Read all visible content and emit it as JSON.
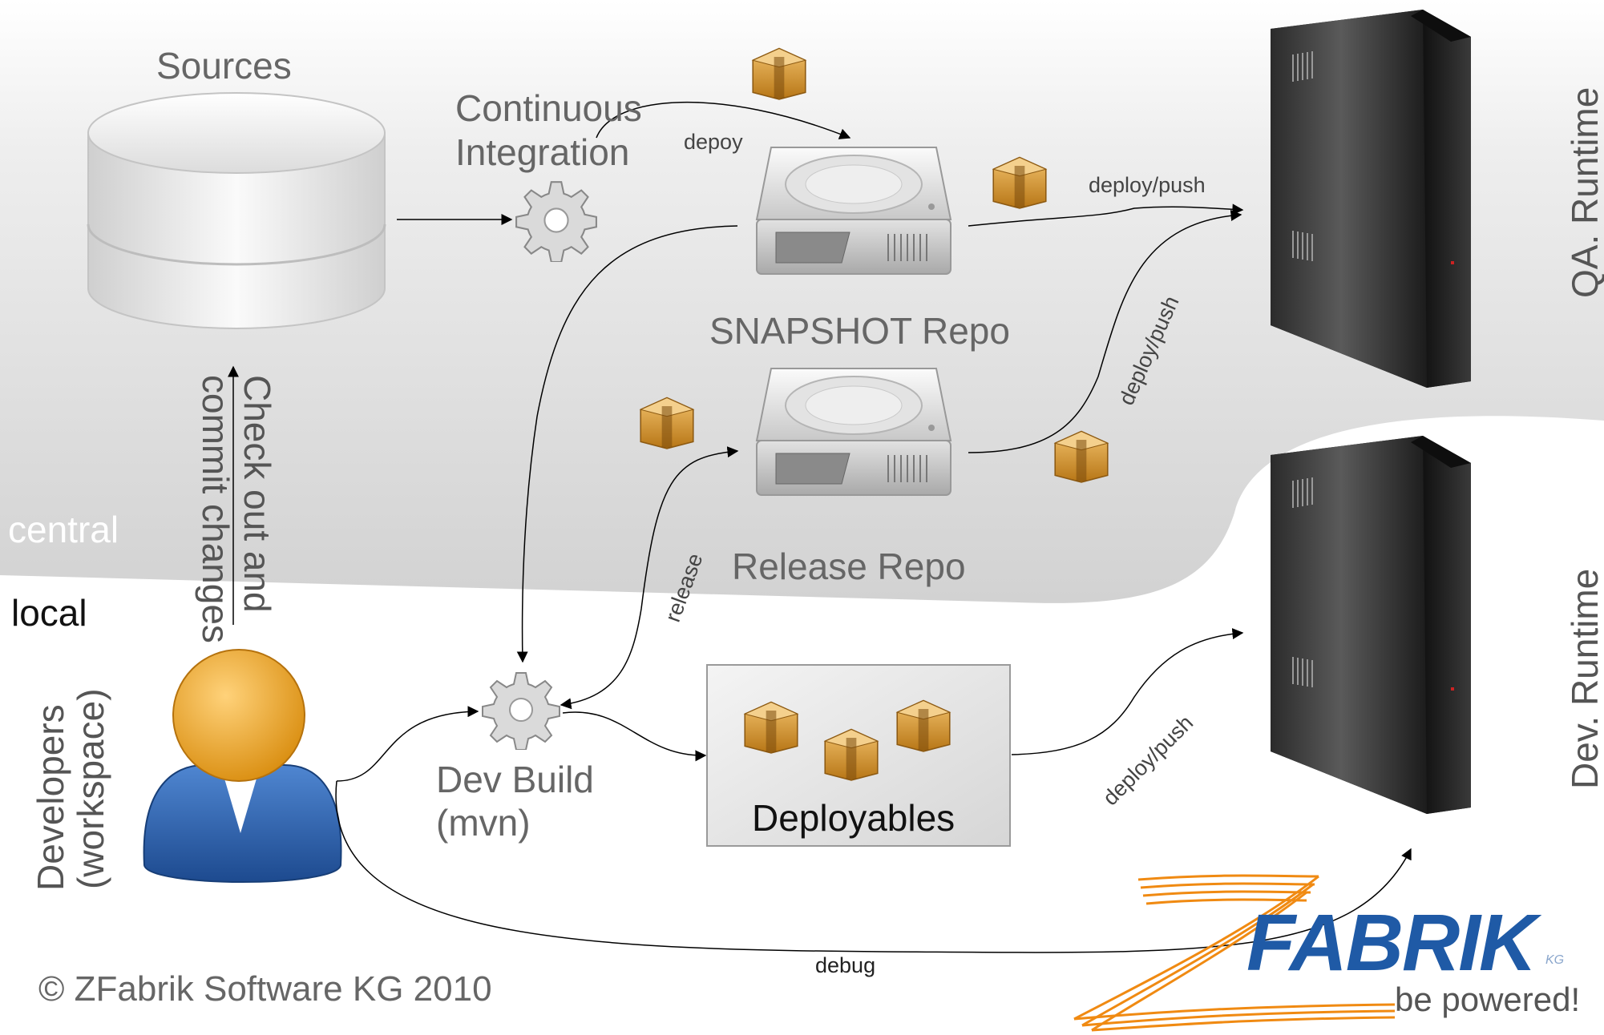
{
  "labels": {
    "sources": "Sources",
    "continuous_integration_1": "Continuous",
    "continuous_integration_2": "Integration",
    "snapshot_repo": "SNAPSHOT Repo",
    "release_repo": "Release Repo",
    "dev_build_1": "Dev Build",
    "dev_build_2": "(mvn)",
    "deployables": "Deployables",
    "qa_runtime": "QA. Runtime",
    "dev_runtime": "Dev. Runtime",
    "developers": "Developers",
    "workspace": "(workspace)",
    "check_out": "Check out and",
    "commit_changes": "commit changes",
    "central": "central",
    "local": "local",
    "copyright": "© ZFabrik Software KG 2010"
  },
  "edges": {
    "depoy": "depoy",
    "deploy_push_snapshot": "deploy/push",
    "deploy_push_release": "deploy/push",
    "deploy_push_dev": "deploy/push",
    "release": "release",
    "debug": "debug"
  },
  "logo": {
    "name": "FABRIK",
    "superscript": "KG",
    "tagline": "be powered!"
  },
  "colors": {
    "central_zone": "#d7d7d7",
    "logo_blue": "#1f5aa6",
    "logo_orange": "#f08a12",
    "package": "#c98a1f"
  }
}
